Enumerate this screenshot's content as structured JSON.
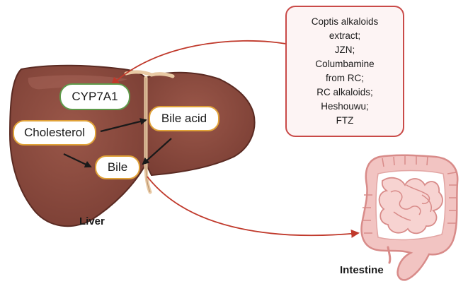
{
  "nodes": {
    "cyp7a1": "CYP7A1",
    "cholesterol": "Cholesterol",
    "bile_acid": "Bile acid",
    "bile": "Bile"
  },
  "drug_box": {
    "lines": [
      "Coptis alkaloids",
      "extract;",
      "JZN;",
      "Columbamine",
      "from RC;",
      "RC alkaloids;",
      "Heshouwu;",
      "FTZ"
    ]
  },
  "captions": {
    "liver": "Liver",
    "intestine": "Intestine"
  },
  "colors": {
    "liver_fill": "#8b4a3f",
    "liver_dark": "#6e362d",
    "duct": "#e8c9a4",
    "arrow_red": "#c0392b",
    "cyp_border": "#5e9a4a",
    "node_border": "#e0a238",
    "drug_border": "#c94a48",
    "intestine_fill": "#f2c4c2",
    "intestine_line": "#d88b89"
  }
}
